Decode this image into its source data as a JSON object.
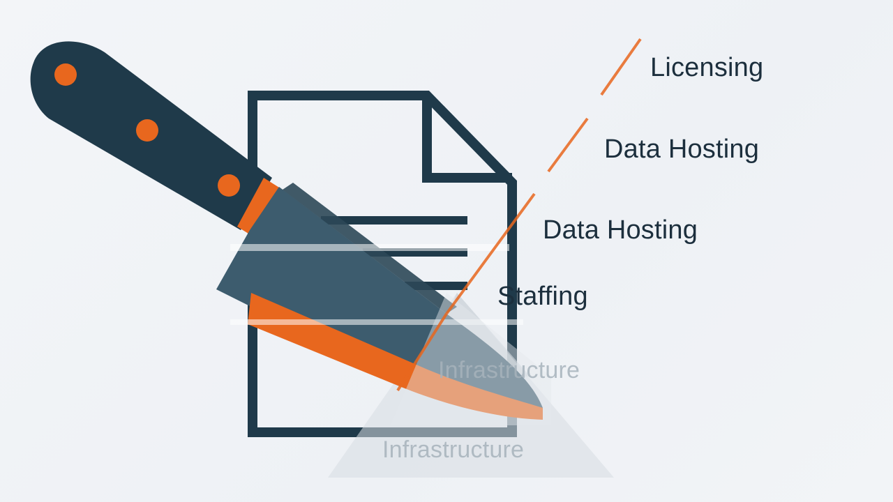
{
  "labels": {
    "licensing": "Licensing",
    "data_hosting_1": "Data Hosting",
    "data_hosting_2": "Data Hosting",
    "staffing": "Staffing",
    "infrastructure_1": "Infrastructure",
    "infrastructure_2": "Infrastructure"
  },
  "colors": {
    "background": "#f1f3f6",
    "dark": "#1f3a4a",
    "accent": "#e8671e",
    "text": "#1c2f3d"
  },
  "icons": [
    "knife-icon",
    "document-icon",
    "slash-line",
    "pyramid-shape"
  ]
}
